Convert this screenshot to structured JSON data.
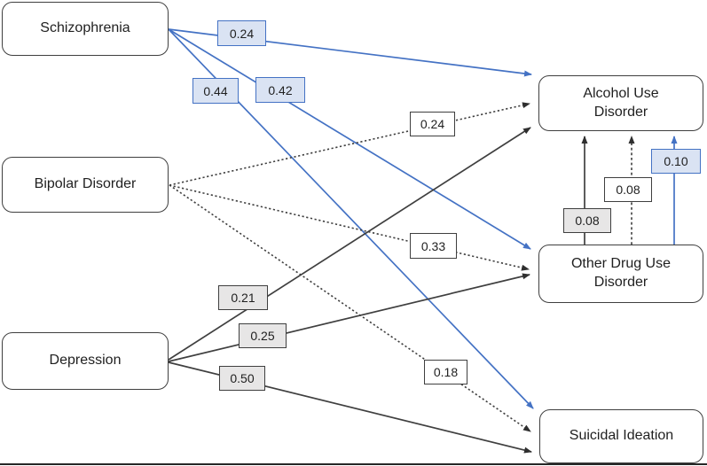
{
  "diagram": {
    "nodes": [
      {
        "id": "schizophrenia",
        "label": "Schizophrenia"
      },
      {
        "id": "bipolar",
        "label": "Bipolar Disorder"
      },
      {
        "id": "depression",
        "label": "Depression"
      },
      {
        "id": "alcohol",
        "label": "Alcohol Use Disorder"
      },
      {
        "id": "other_drug",
        "label": "Other Drug Use Disorder"
      },
      {
        "id": "suicidal",
        "label": "Suicidal Ideation"
      }
    ],
    "edges": [
      {
        "from": "Schizophrenia",
        "to": "Alcohol Use Disorder",
        "value": "0.24",
        "style": "blue-solid"
      },
      {
        "from": "Schizophrenia",
        "to": "Other Drug Use Disorder",
        "value": "0.42",
        "style": "blue-solid"
      },
      {
        "from": "Schizophrenia",
        "to": "Suicidal Ideation",
        "value": "0.44",
        "style": "blue-solid"
      },
      {
        "from": "Bipolar Disorder",
        "to": "Alcohol Use Disorder",
        "value": "0.24",
        "style": "black-dashed"
      },
      {
        "from": "Bipolar Disorder",
        "to": "Other Drug Use Disorder",
        "value": "0.33",
        "style": "black-dashed"
      },
      {
        "from": "Bipolar Disorder",
        "to": "Suicidal Ideation",
        "value": "0.18",
        "style": "black-dashed"
      },
      {
        "from": "Depression",
        "to": "Alcohol Use Disorder",
        "value": "0.21",
        "style": "black-solid"
      },
      {
        "from": "Depression",
        "to": "Other Drug Use Disorder",
        "value": "0.25",
        "style": "black-solid"
      },
      {
        "from": "Depression",
        "to": "Suicidal Ideation",
        "value": "0.50",
        "style": "black-solid"
      },
      {
        "from": "Other Drug Use Disorder",
        "to": "Alcohol Use Disorder",
        "value": "0.08",
        "style": "black-solid"
      },
      {
        "from": "Other Drug Use Disorder",
        "to": "Alcohol Use Disorder",
        "value": "0.08",
        "style": "black-dashed"
      },
      {
        "from": "Other Drug Use Disorder",
        "to": "Alcohol Use Disorder",
        "value": "0.10",
        "style": "blue-solid"
      }
    ],
    "colors": {
      "blue_line": "#4472C4",
      "blue_fill": "#DAE3F3",
      "gray_fill": "#E7E6E6",
      "dark_line": "#3F3F3F",
      "node_fill": "#FFFFFF"
    }
  }
}
